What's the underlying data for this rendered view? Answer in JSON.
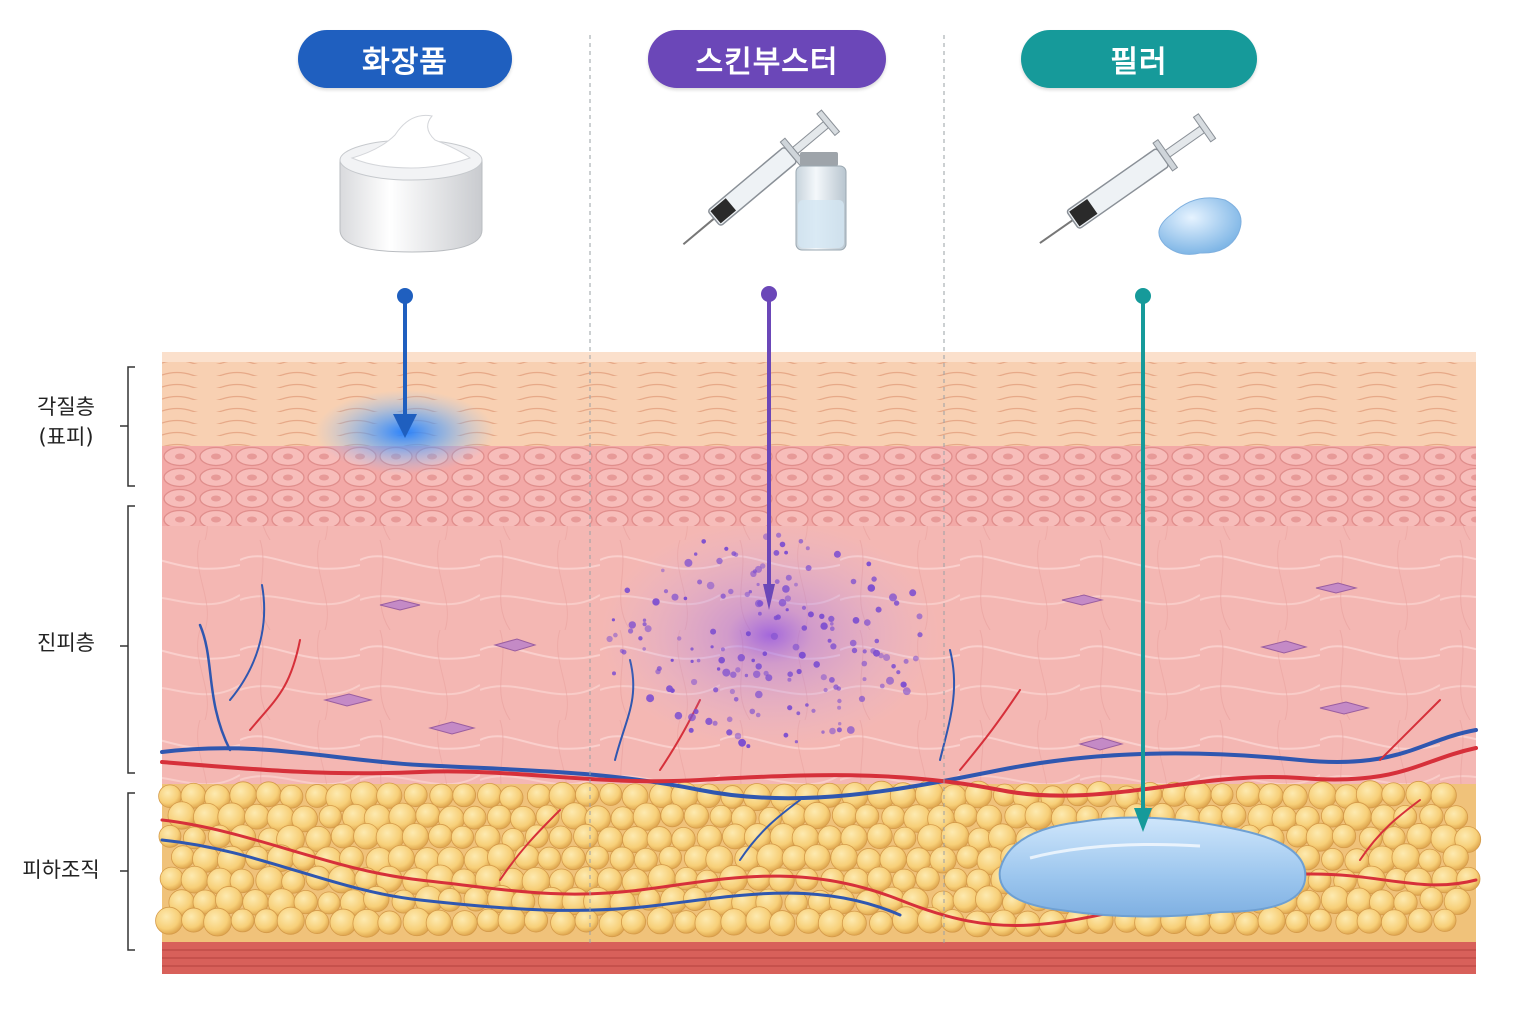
{
  "columns": [
    {
      "title": "화장품",
      "color": "#1f5fbf",
      "depth": "epidermis"
    },
    {
      "title": "스킨부스터",
      "color": "#6b47b8",
      "depth": "dermis"
    },
    {
      "title": "필러",
      "color": "#169a9a",
      "depth": "subcutaneous"
    }
  ],
  "layers": {
    "epidermis_line1": "각질층",
    "epidermis_line2": "(표피)",
    "dermis": "진피층",
    "subcutaneous": "피하조직"
  },
  "colors": {
    "stratum": "#f6c9a8",
    "cells": "#f0a8a6",
    "dermis": "#f4b7b3",
    "fat": "#f7cf78",
    "vessel_red": "#d6303a",
    "vessel_blue": "#2f57b0",
    "filler_gel": "#9cc6ee"
  }
}
